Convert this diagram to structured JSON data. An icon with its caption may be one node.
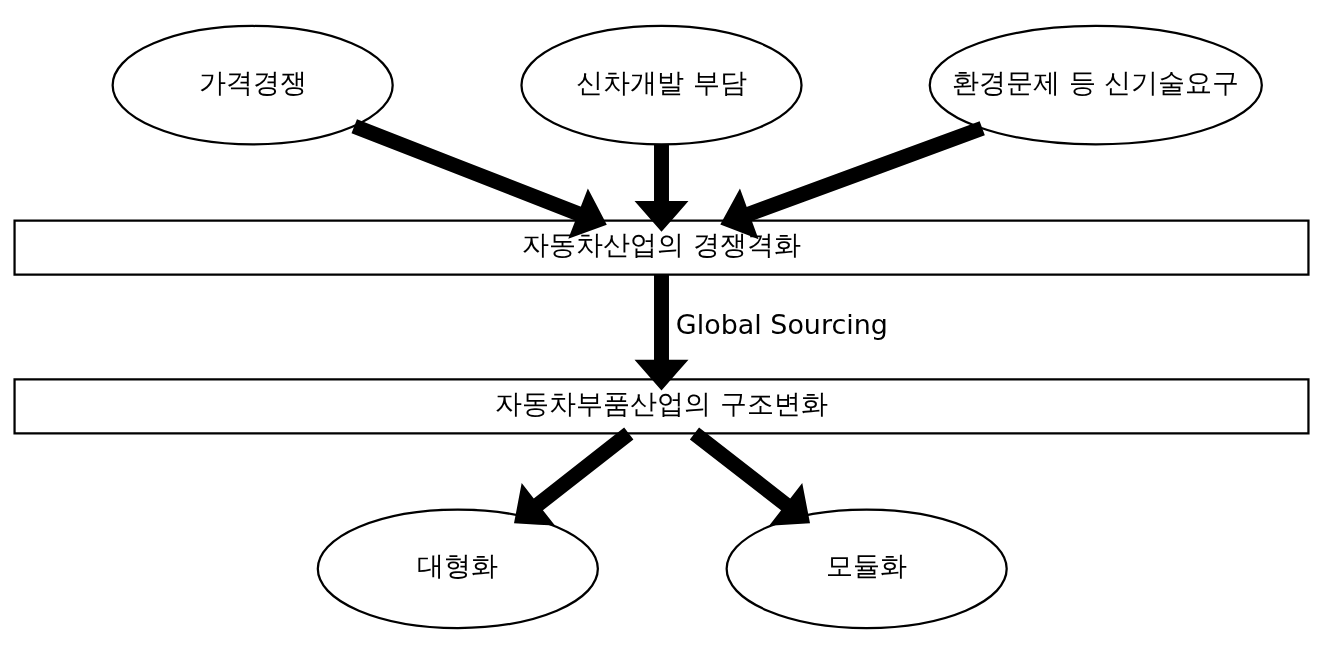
{
  "diagram": {
    "nodes": [
      {
        "text": [
          "가격경쟁"
        ]
      },
      {
        "text": [
          "신차개발 부담"
        ]
      },
      {
        "text": [
          "환경문제 등 신기술요구"
        ]
      },
      {
        "text": [
          "자동차산업의 경쟁격화"
        ]
      },
      {
        "text": [
          "자동차부품산업의 구조변화"
        ]
      },
      {
        "text": [
          "대형화"
        ]
      },
      {
        "text": [
          "모듈화"
        ]
      }
    ],
    "edges": [
      {
        "from": 0,
        "to": 3,
        "arrow": "to"
      },
      {
        "from": 1,
        "to": 3,
        "arrow": "to"
      },
      {
        "from": 2,
        "to": 3,
        "arrow": "to"
      },
      {
        "from": 3,
        "to": 4,
        "arrow": "to",
        "label": "Global Sourcing"
      },
      {
        "from": 4,
        "to": 5,
        "arrow": "to"
      },
      {
        "from": 4,
        "to": 6,
        "arrow": "to"
      }
    ]
  }
}
